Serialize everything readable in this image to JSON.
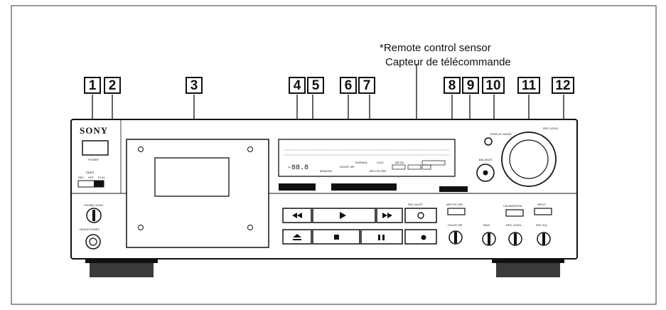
{
  "brand": "SONY",
  "sensor_note": {
    "asterisk": "*",
    "english": "Remote control sensor",
    "french": "Capteur de télécommande"
  },
  "callouts": [
    "1",
    "2",
    "3",
    "4",
    "5",
    "6",
    "7",
    "8",
    "9",
    "10",
    "11",
    "12"
  ],
  "panel_labels": {
    "power": "POWER",
    "timer": "TIMER",
    "timer_rec": "REC",
    "timer_off": "OFF",
    "timer_play": "PLAY",
    "phone_level": "PHONE LEVEL",
    "headphones": "HEADPHONES",
    "counter_display": "-88.8",
    "memory": "MEMORY",
    "dolby_nr": "DOLBY NR",
    "mpx_filter": "MPX FILTER",
    "normal": "NORMAL",
    "cro2": "CrO2",
    "metal": "METAL",
    "display_mode": "DISPLAY MODE",
    "balance": "BALANCE",
    "rec_level": "REC LEVEL",
    "rec_mute": "REC MUTE",
    "calibration": "CALIBRATION",
    "input": "INPUT",
    "bias": "BIAS",
    "rec_level_small": "REC LEVEL",
    "rec_eq": "REC EQ",
    "dolby_nr_knob": "DOLBY NR"
  }
}
